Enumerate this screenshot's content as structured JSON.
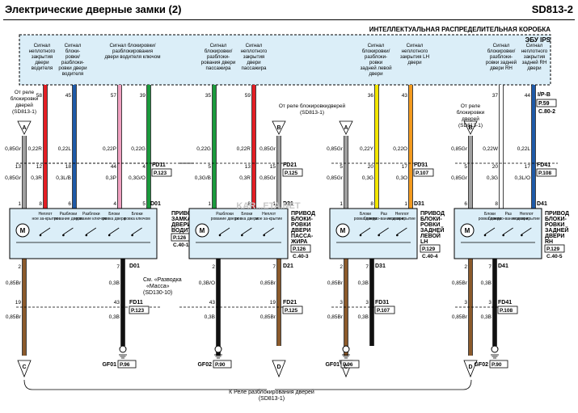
{
  "header": {
    "title": "Электрические дверные замки (2)",
    "code": "SD813-2"
  },
  "junction_box": {
    "title": "ИНТЕЛЛЕКТУАЛЬНАЯ РАСПРЕДЕЛИТЕЛЬНАЯ КОРОБКА",
    "subtitle": "ЭБУ IPS",
    "signals": [
      {
        "lines": [
          "Сигнал",
          "неплотного",
          "закрытия",
          "двери",
          "водителя"
        ]
      },
      {
        "lines": [
          "Сигнал",
          "блоки-",
          "ровки/",
          "разблоки-",
          "ровки двери",
          "водителя"
        ]
      },
      {
        "lines": [
          "Сигнал блокировки/",
          "разблокирования",
          "двери водителя ключом"
        ]
      },
      {
        "lines": [
          "Сигнал",
          "блокировки/",
          "разблоки-",
          "рования двери",
          "пассажира"
        ]
      },
      {
        "lines": [
          "Сигнал",
          "неплотного",
          "закрытия",
          "двери",
          "пассажира"
        ]
      },
      {
        "lines": [
          "Сигнал",
          "блокировки/",
          "разблоки-",
          "ровки",
          "задней левой",
          "двери"
        ]
      },
      {
        "lines": [
          "Сигнал",
          "неплотного",
          "закрытия LH",
          "двери"
        ]
      },
      {
        "lines": [
          "Сигнал",
          "блокировки/",
          "разблоки-",
          "ровки задней",
          "двери RH"
        ]
      },
      {
        "lines": [
          "Сигнал",
          "неплотного",
          "закрытия",
          "задней RH",
          "двери"
        ]
      }
    ]
  },
  "pins_top": [
    "58",
    "45",
    "57",
    "39",
    "35",
    "59",
    "36",
    "43",
    "37",
    "44"
  ],
  "refs": {
    "left_relay": [
      "От реле",
      "блокировки",
      "дверей",
      "(SD813-1)"
    ],
    "mid_relay": [
      "От реле блокировкидверей",
      "(SD813-1)"
    ],
    "right_relay": [
      "От реле",
      "блокировки",
      "дверей",
      "(SD813-1)"
    ],
    "ipb": "I/P-B",
    "ipb_page": "P.59",
    "ipb_c": "C.80-2",
    "bottom_note": [
      "К Реле разблокирования дверей",
      "(SD813-1)"
    ],
    "ground_note": [
      "См. «Разводка",
      "«Масса»",
      "(SD130-10)"
    ]
  },
  "connectors": {
    "fd11": "FD11",
    "fd11_page": "P.123",
    "fd21": "FD21",
    "fd21_page": "P.125",
    "fd31": "FD31",
    "fd31_page": "P.107",
    "fd41": "FD41",
    "fd41_page": "P.108",
    "d01": "D01",
    "d21": "D21",
    "d31": "D31",
    "d41": "D41"
  },
  "wire_labels": {
    "top_row": [
      "0,85Gr",
      "0,22R",
      "0,22L",
      "0,22P",
      "0,22G",
      "0,22G",
      "0,22R",
      "0,85Gr",
      "0,85Gr",
      "0,22Y",
      "0,22O",
      "0,85Gr",
      "0,22W",
      "0,22L"
    ],
    "pin_row_a": [
      "13",
      "12",
      "18",
      "44",
      "4",
      "5",
      "13",
      "15",
      "5",
      "20",
      "17",
      "5",
      "20",
      "17"
    ],
    "mid_row": [
      "0,85Gr",
      "0,3R",
      "0,3L/B",
      "0,3P",
      "0,3G/O",
      "0,3G/B",
      "0,3R",
      "0,85Gr",
      "0,85Gr",
      "0,3G",
      "0,3O",
      "0,85Gr",
      "0,3G",
      "0,3L/O"
    ],
    "pin_row_b": [
      "1",
      "8",
      "6",
      "4",
      "5",
      "1",
      "8",
      "1",
      "1",
      "8",
      "1",
      "6",
      "8"
    ]
  },
  "modules": [
    {
      "title": [
        "ПРИВОД",
        "ЗАМКА",
        "ДВЕРИ",
        "ВОДИТЕЛЯ"
      ],
      "page": "P.126",
      "c": "C.40-1",
      "switches": [
        "Неплот-ное за-крытие",
        "Разблоки-рование двери",
        "Разблоки-рование ключом",
        "Блоки-ровка двери",
        "Блоки-ровка ключом"
      ]
    },
    {
      "title": [
        "ПРИВОД",
        "БЛОКИ-",
        "РОВКИ",
        "ДВЕРИ",
        "ПАССА-",
        "ЖИРА"
      ],
      "page": "P.126",
      "c": "C.40-3",
      "switches": [
        "Разблоки-рование двери",
        "Блоки-ровка двери",
        "Неплот-ное за-крытие"
      ]
    },
    {
      "title": [
        "ПРИВОД",
        "БЛОКИ-",
        "РОВКИ",
        "ЗАДНЕЙ",
        "ЛЕВОЙ",
        "LH"
      ],
      "page": "P.129",
      "c": "C.40-4",
      "switches": [
        "Блоки-ровка двери",
        "Раз-блокиро-вание двери",
        "Неплот-ное за-крытие"
      ]
    },
    {
      "title": [
        "ПРИВОД",
        "БЛОКИ-",
        "РОВКИ",
        "ЗАДНЕЙ",
        "ДВЕРИ",
        "RH"
      ],
      "page": "P.129",
      "c": "C.40-5",
      "switches": [
        "Блоки-ровка двери",
        "Раз-блокиро-вание двери",
        "Неплот-ное за-крытие"
      ]
    }
  ],
  "lower": {
    "pins_c": [
      "2",
      "7",
      "2",
      "7",
      "2",
      "7",
      "2",
      "7"
    ],
    "wires_a": [
      "0,85Br",
      "0,3B",
      "0,3B/O",
      "0,85Br",
      "0,85Br",
      "0,3B",
      "0,85Br",
      "0,3B"
    ],
    "pins_d": [
      "19",
      "43",
      "43",
      "19",
      "3",
      "3",
      "3",
      "3"
    ],
    "wires_b": [
      "0,85Br",
      "0,3B",
      "0,3B",
      "0,85Br",
      "0,85Br",
      "0,3B",
      "0,85Br",
      "0,3B"
    ],
    "grounds": [
      {
        "name": "GF01",
        "page": "P.96"
      },
      {
        "name": "GF02",
        "page": "P.90"
      },
      {
        "name": "GF01",
        "page": "P.96"
      },
      {
        "name": "GF02",
        "page": "P.90"
      }
    ]
  },
  "offpage": {
    "a": "A",
    "b": "B",
    "c": "C",
    "d": "D"
  },
  "watermark": "KAR...ETA.NET",
  "colors": {
    "box_fill": "#dbeef8",
    "box_border": "#000",
    "red": "#e31e24",
    "blue": "#1e5aa8",
    "pink": "#f0a0c0",
    "green": "#1a9a3c",
    "yellow": "#f2e600",
    "orange": "#f39a1e",
    "grey": "#a0a0a0",
    "brown": "#8b5a2b",
    "black": "#111",
    "white": "#fff"
  }
}
